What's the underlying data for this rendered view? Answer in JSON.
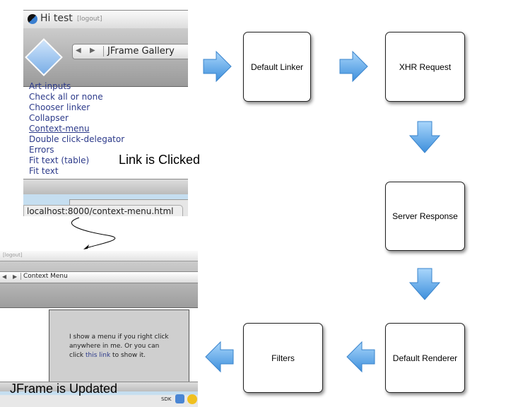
{
  "top_screenshot": {
    "greeting": "Hi test",
    "logout": "[logout]",
    "window_title": "JFrame Gallery",
    "links": [
      "Art-inputs",
      "Check all or none",
      "Chooser linker",
      "Collapser",
      "Context-menu",
      "Double click-delegator",
      "Errors",
      "Fit text",
      "(table)",
      "Fit text"
    ],
    "status_url": "localhost:8000/context-menu.html"
  },
  "caption_clicked": "Link is Clicked",
  "bottom_screenshot": {
    "logout": "[logout]",
    "window_title": "Context Menu",
    "body_text": "I show a menu if you right click anywhere in me. Or you can click",
    "link_text": "this link",
    "after_link": " to show it.",
    "sdk": "SDK"
  },
  "caption_updated": "JFrame is Updated",
  "steps": [
    "Default Linker",
    "XHR Request",
    "Server Response",
    "Default Renderer",
    "Filters"
  ],
  "colors": {
    "arrow": "#4da3e8",
    "link": "#2c3a8a"
  }
}
